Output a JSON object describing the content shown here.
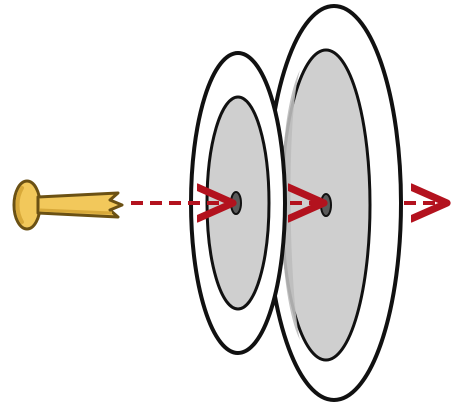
{
  "diagram": {
    "colors": {
      "background": "#ffffff",
      "outline": "#111111",
      "disc_face": "#ffffff",
      "disc_inner": "#cfcfcf",
      "disc_inner_shadow": "#bdbdbd",
      "hole": "#5a5a5a",
      "arrow": "#b3121e",
      "projectile_fill": "#f2c85b",
      "projectile_shadow": "#d8a93a",
      "projectile_outline": "#6b5114"
    },
    "elements": {
      "projectile": "nail-icon",
      "front_disc": "target-disc-front",
      "back_disc": "target-disc-back",
      "trajectory": "dashed-arrow"
    }
  }
}
